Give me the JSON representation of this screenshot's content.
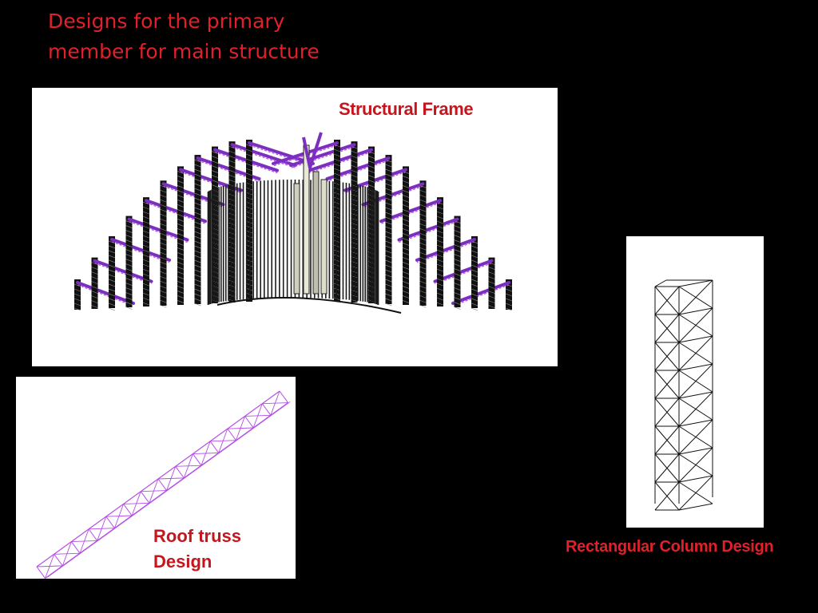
{
  "slide": {
    "title_line1": "Designs for the primary",
    "title_line2": "member for main structure"
  },
  "figures": {
    "structural_frame": {
      "caption": "Structural Frame"
    },
    "roof_truss": {
      "caption_line1": "Roof truss",
      "caption_line2": "Design"
    },
    "rectangular_column": {
      "caption": "Rectangular Column Design"
    }
  },
  "colors": {
    "background": "#000000",
    "title": "#e0202a",
    "caption": "#c5161d",
    "truss": "#7b2fbf",
    "truss_light": "#b34fe8",
    "frame_members": "#111111"
  }
}
